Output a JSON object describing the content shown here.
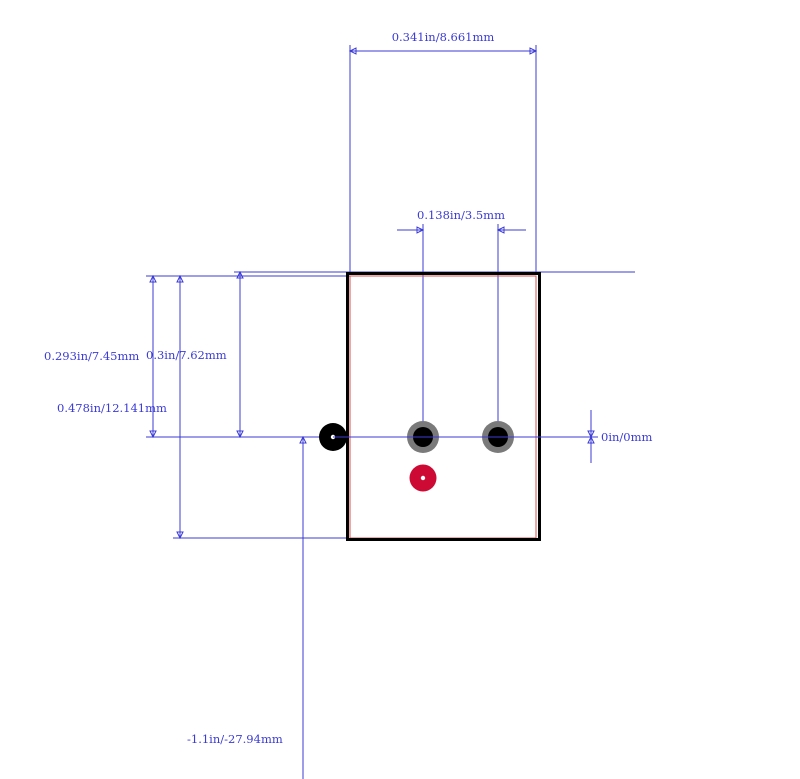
{
  "colors": {
    "dimension": "#3b3bd6",
    "outline": "#000000",
    "courtyard": "#d94f4f",
    "pad_ring": "#7a7a7a",
    "pad_hole": "#000000",
    "highlight_pad": "#cc0a33"
  },
  "dimensions": {
    "body_width": "0.341in/8.661mm",
    "pin_pitch": "0.138in/3.5mm",
    "pin_to_top_a": "0.293in/7.45mm",
    "pin_to_top_b": "0.3in/7.62mm",
    "body_height": "0.478in/12.141mm",
    "pin_row_offset": "0in/0mm",
    "origin_offset": "-1.1in/-27.94mm"
  }
}
